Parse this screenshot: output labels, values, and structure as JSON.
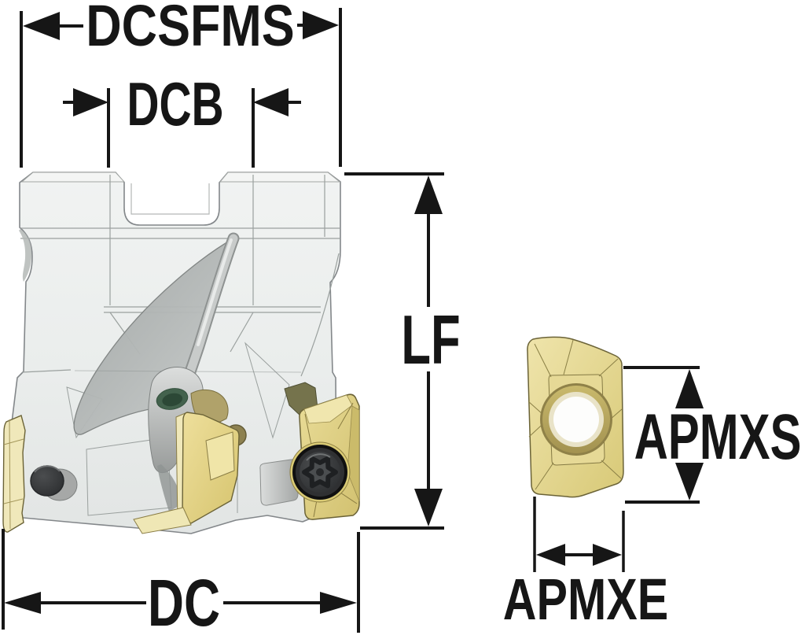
{
  "diagram": {
    "dimension_labels": {
      "dcsfms": "DCSFMS",
      "dcb": "DCB",
      "lf": "LF",
      "dc": "DC",
      "apmxs": "APMXS",
      "apmxe": "APMXE"
    }
  },
  "colors": {
    "line": "#161616",
    "background": "#ffffff",
    "body": "#edefee",
    "body_outline": "#83878a",
    "flute": "#aeb2b1",
    "insert": "#e3d68a",
    "insert_light": "#f0e8ba",
    "insert_outline": "#6b6337",
    "screw_dark": "#2f3032",
    "metal": "#c8cbca",
    "hole_green": "#43624d"
  }
}
